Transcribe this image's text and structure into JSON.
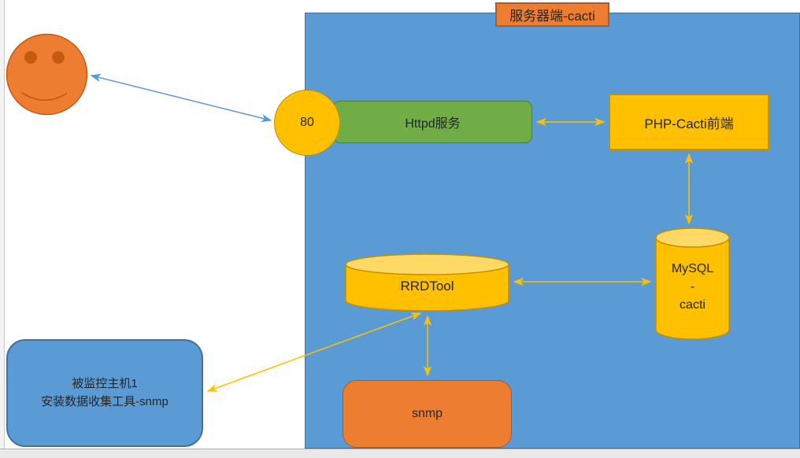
{
  "colors": {
    "region_blue": "#5B9BD5",
    "region_blue_border": "#41719C",
    "accent_orange": "#ED7D31",
    "accent_orange_border": "#AE5A21",
    "accent_yellow": "#FFC000",
    "accent_yellow_border": "#BF9000",
    "accent_green": "#70AD47",
    "accent_green_border": "#507E32"
  },
  "diagram": {
    "region_title": "服务器端-cacti",
    "nodes": {
      "port": {
        "label": "80"
      },
      "httpd": {
        "label": "Httpd服务"
      },
      "php_front": {
        "label": "PHP-Cacti前端"
      },
      "mysql": {
        "label": "MySQL\n-\ncacti"
      },
      "rrdtool": {
        "label": "RRDTool"
      },
      "snmp": {
        "label": "snmp"
      },
      "monitored_host": {
        "label": "被监控主机1\n安装数据收集工具-snmp"
      }
    },
    "edges": [
      {
        "from": "user-smiley",
        "to": "port",
        "style": "double-arrow",
        "color": "#5B9BD5"
      },
      {
        "from": "httpd",
        "to": "php_front",
        "style": "double-arrow",
        "color": "#FFC000"
      },
      {
        "from": "php_front",
        "to": "mysql",
        "style": "double-arrow",
        "color": "#FFC000"
      },
      {
        "from": "rrdtool",
        "to": "mysql",
        "style": "double-arrow",
        "color": "#FFC000"
      },
      {
        "from": "rrdtool",
        "to": "snmp",
        "style": "double-arrow",
        "color": "#FFC000"
      },
      {
        "from": "rrdtool",
        "to": "monitored_host",
        "style": "double-arrow",
        "color": "#FFC000"
      }
    ]
  }
}
